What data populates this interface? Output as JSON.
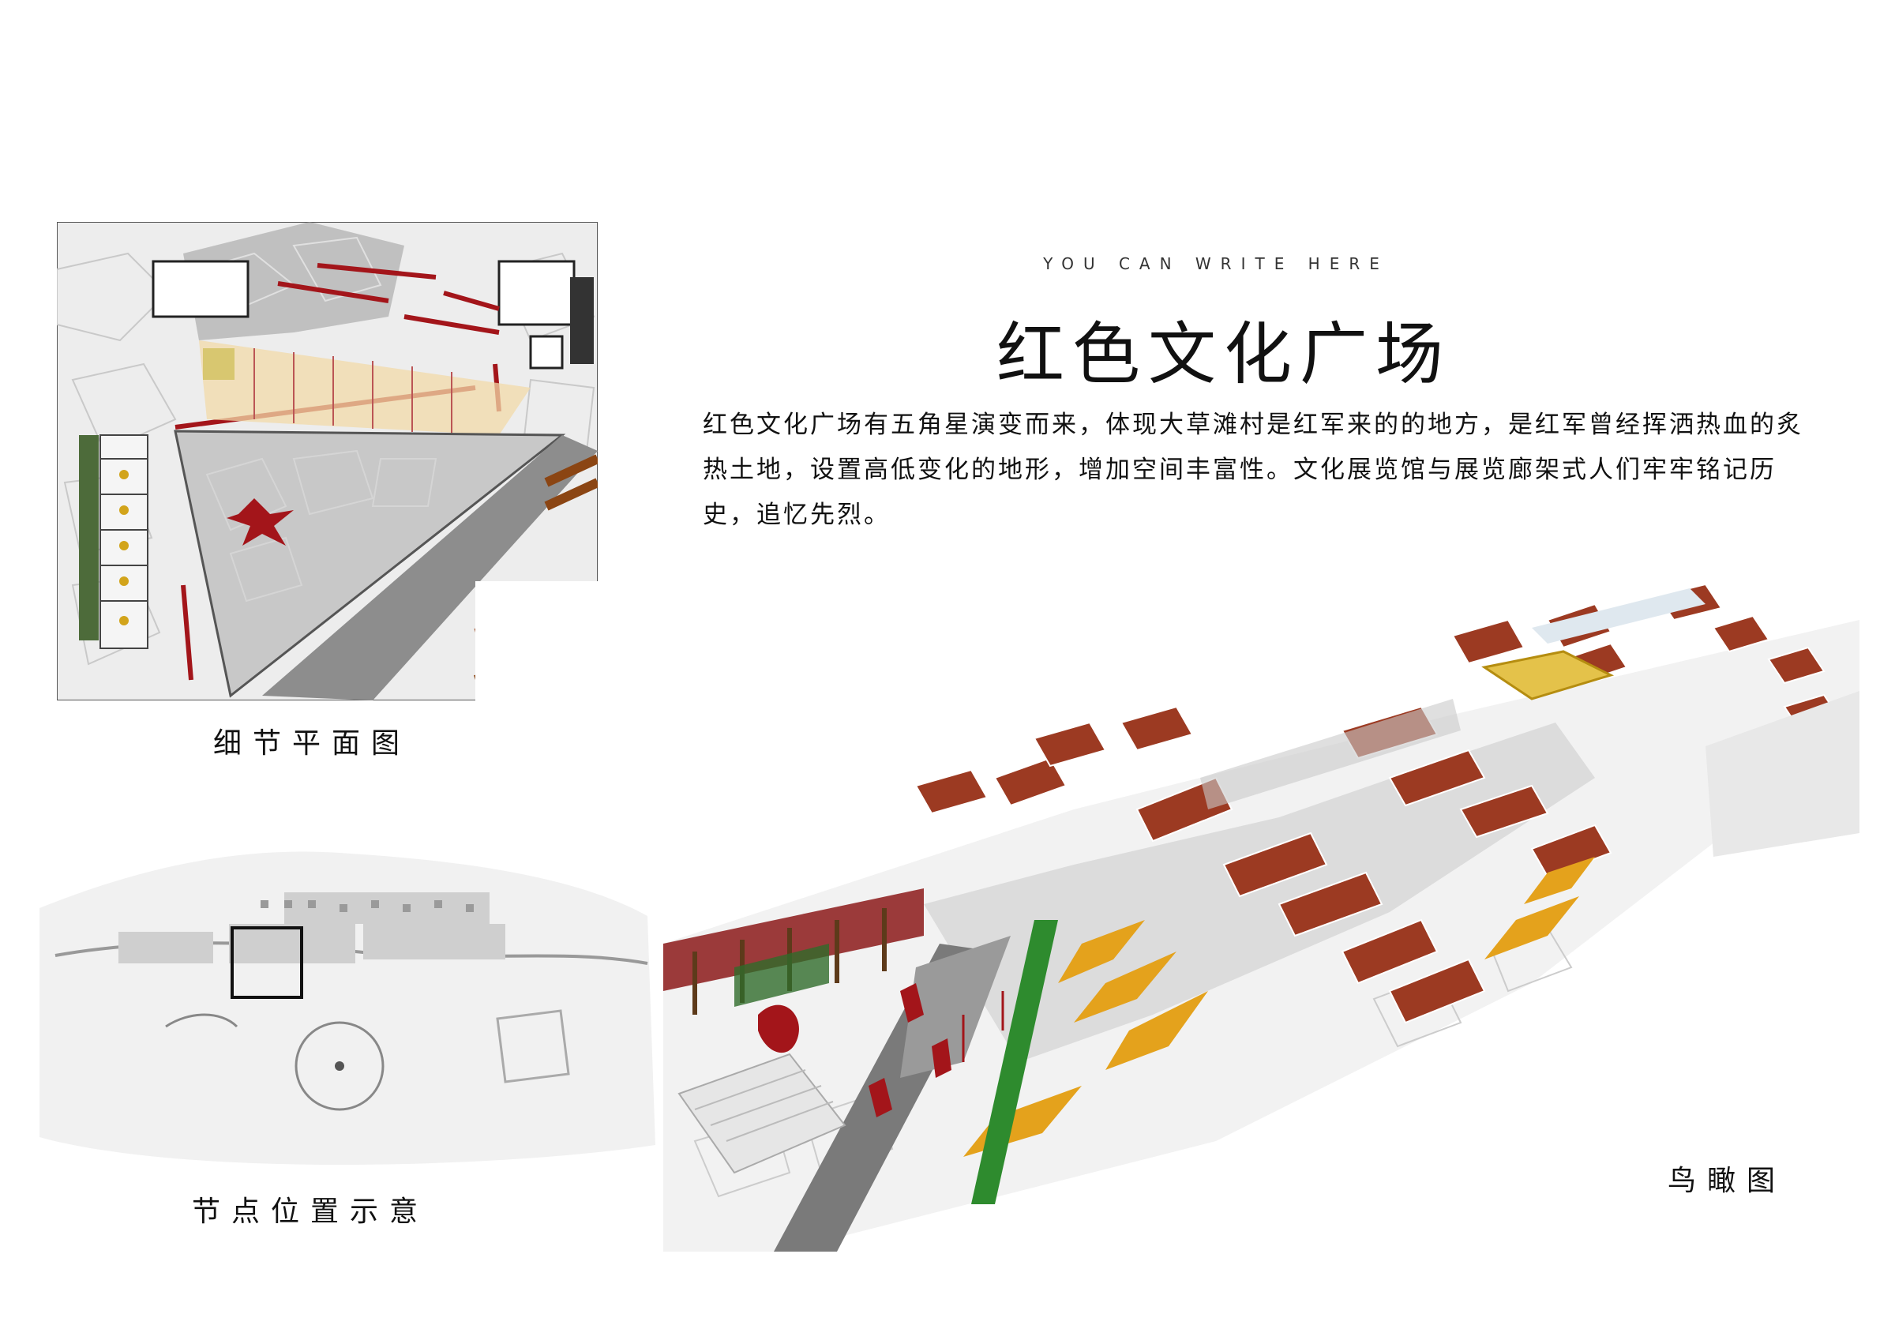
{
  "header": {
    "eyebrow": "YOU CAN WRITE HERE",
    "title": "红色文化广场",
    "description": "红色文化广场有五角星演变而来，体现大草滩村是红军来的的地方，是红军曾经挥洒热血的炙热土地，设置高低变化的地形，增加空间丰富性。文化展览馆与展览廊架式人们牢牢铭记历史，追忆先烈。"
  },
  "captions": {
    "detail_plan": "细节平面图",
    "node_location": "节点位置示意",
    "aerial_view": "鸟瞰图"
  },
  "colors": {
    "accent_red": "#a3151a",
    "ochre": "#e4a21c",
    "roof_brown": "#9c3a22",
    "paving_gray": "#bfbfbf"
  }
}
